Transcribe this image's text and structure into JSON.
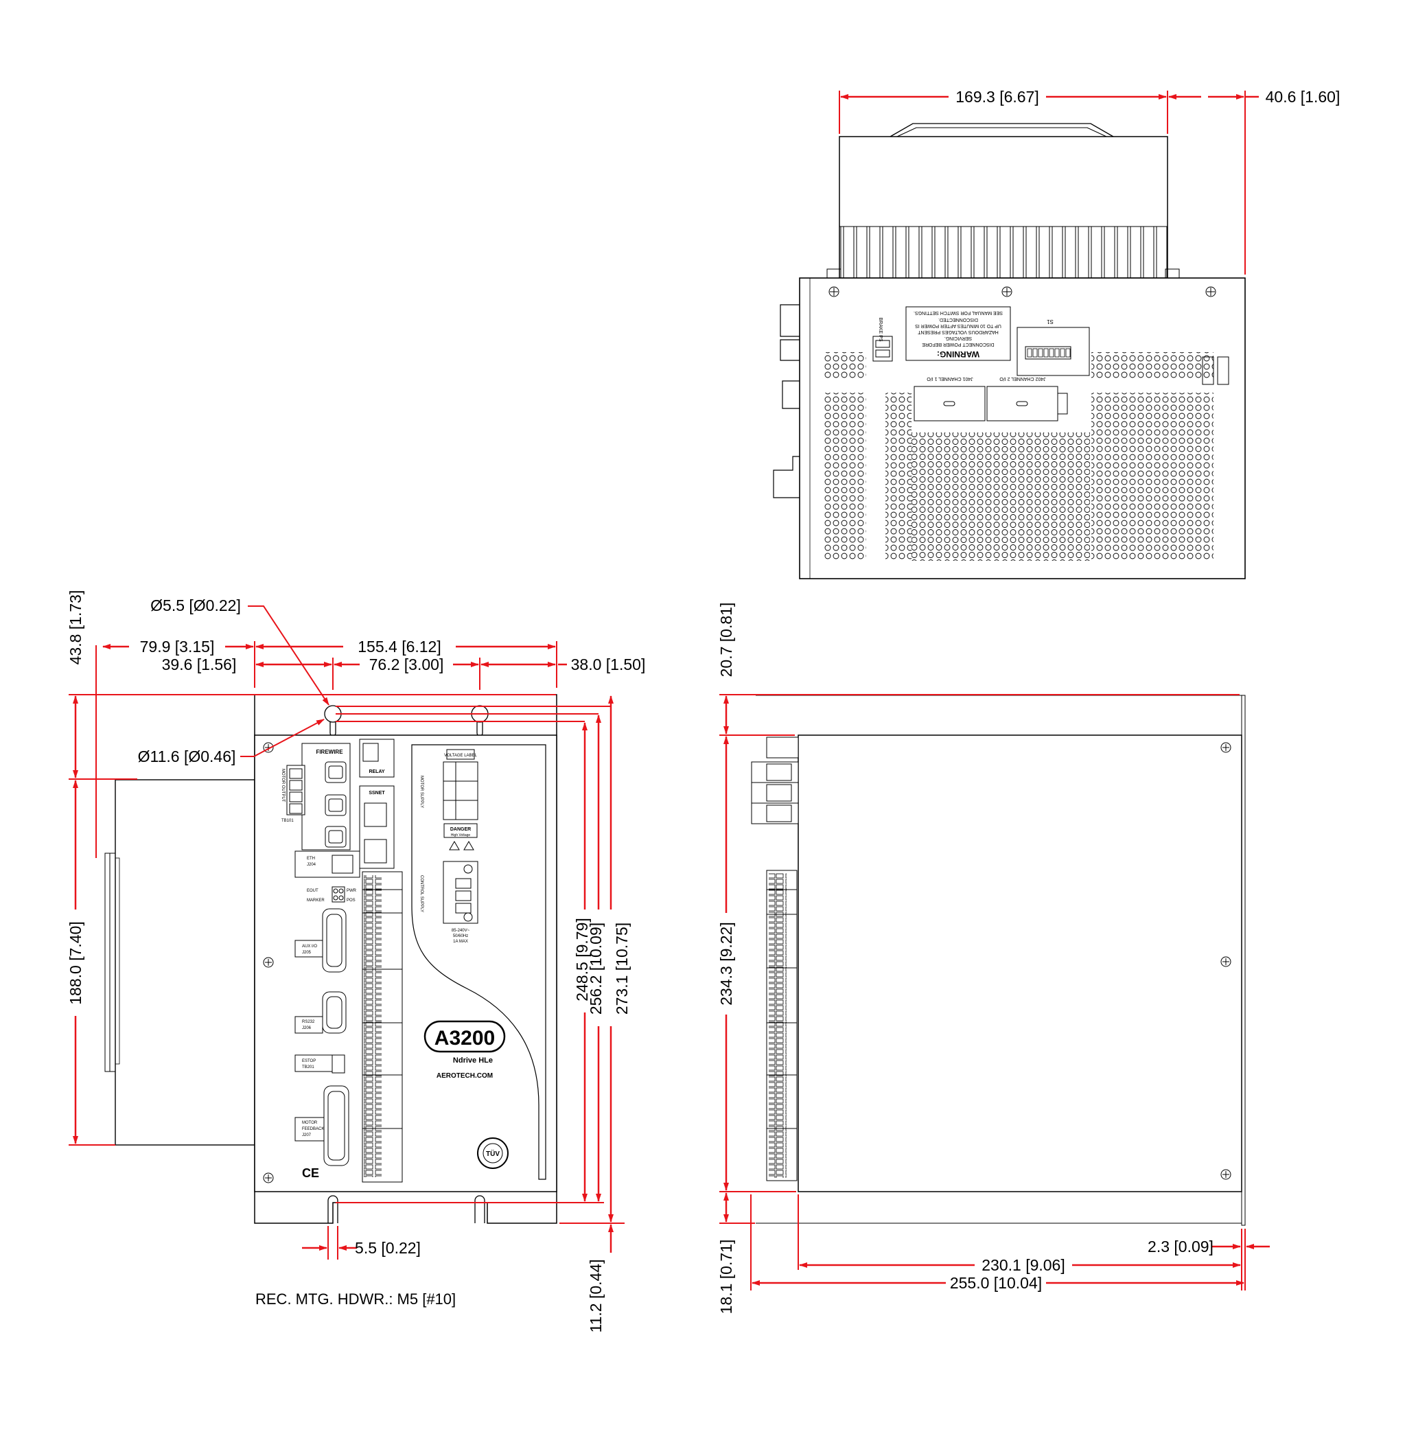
{
  "top_view": {
    "dims": {
      "width": "169.3 [6.67]",
      "depth": "40.6 [1.60]"
    },
    "warning": {
      "title": "WARNING:",
      "lines": [
        "DISCONNECT POWER BEFORE",
        "SERVICING.",
        "HAZARDOUS VOLTAGES PRESENT",
        "UP TO 10 MINUTES AFTER POWER IS",
        "DISCONNECTED.",
        "SEE MANUAL FOR SWITCH SETTINGS."
      ]
    },
    "brake_label": "BRAKE PS",
    "switch_label": "S1",
    "io_labels": [
      "J401 CHANNEL 1 I/O",
      "J402 CHANNEL 2 I/O"
    ]
  },
  "front_view": {
    "dims": {
      "hole_small": "Ø5.5 [Ø0.22]",
      "hole_large": "Ø11.6 [Ø0.46]",
      "w_left": "79.9 [3.15]",
      "w_total": "155.4 [6.12]",
      "w_offset": "39.6 [1.56]",
      "w_holes": "76.2 [3.00]",
      "w_right": "38.0 [1.50]",
      "h_top": "43.8 [1.73]",
      "h_side": "188.0 [7.40]",
      "h1": "248.5 [9.79]",
      "h2": "256.2 [10.09]",
      "h3": "273.1 [10.75]",
      "slot": "5.5 [0.22]",
      "bottom": "11.2 [0.44]"
    },
    "labels": {
      "firewire": "FIREWIRE",
      "relay": "RELAY",
      "ssnet": "SSNET",
      "voltage_label": "VOLTAGE LABEL",
      "danger": "DANGER",
      "danger_sub": "High Voltage",
      "motor_supply": "MOTOR SUPPLY",
      "control_supply": "CONTROL SUPPLY",
      "ac_rating": [
        "85-240V~",
        "50/60Hz",
        "1A MAX"
      ],
      "motor_output": "MOTOR OUTPUT",
      "tb101": "TB101",
      "eth": "ETH",
      "j204": "J204",
      "eout": "EOUT",
      "marker": "MARKER",
      "pwr": "PWR",
      "pos": "POS",
      "audio": "AUX I/O",
      "j205": "J205",
      "rs232": "RS232",
      "j206": "J206",
      "estop": "ESTOP",
      "tb201": "TB201",
      "motor_feedback": [
        "MOTOR",
        "FEEDBACK",
        "J207"
      ],
      "brand": "A3200",
      "product": "Ndrive HLe",
      "site": "AEROTECH.COM",
      "ce": "CE",
      "tuv": "TÜV"
    },
    "note": "REC. MTG. HDWR.: M5 [#10]"
  },
  "side_view": {
    "dims": {
      "top": "20.7 [0.81]",
      "height": "234.3 [9.22]",
      "bottom": "18.1 [0.71]",
      "depth": "230.1 [9.06]",
      "flange": "2.3 [0.09]",
      "total": "255.0 [10.04]"
    }
  },
  "colors": {
    "dimension": "#e8141a",
    "outline": "#000000"
  }
}
